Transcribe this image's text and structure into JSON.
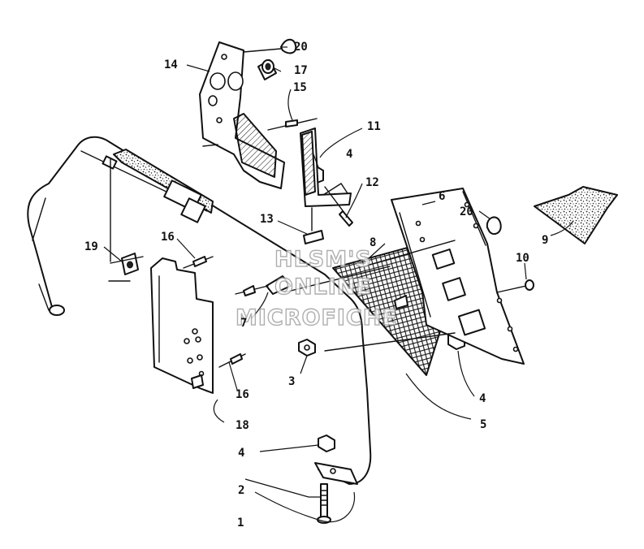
{
  "callouts": {
    "c1": "1",
    "c2": "2",
    "c3": "3",
    "c4a": "4",
    "c4b": "4",
    "c4c": "4",
    "c5": "5",
    "c6": "6",
    "c7": "7",
    "c8": "8",
    "c9": "9",
    "c10": "10",
    "c11": "11",
    "c12": "12",
    "c13": "13",
    "c14": "14",
    "c15": "15",
    "c16a": "16",
    "c16b": "16",
    "c17": "17",
    "c18": "18",
    "c19": "19",
    "c20a": "20",
    "c20b": "20"
  },
  "watermark": {
    "line1": "HLSM'S",
    "line2": "ONLINE",
    "line3": "MICROFICHE"
  }
}
